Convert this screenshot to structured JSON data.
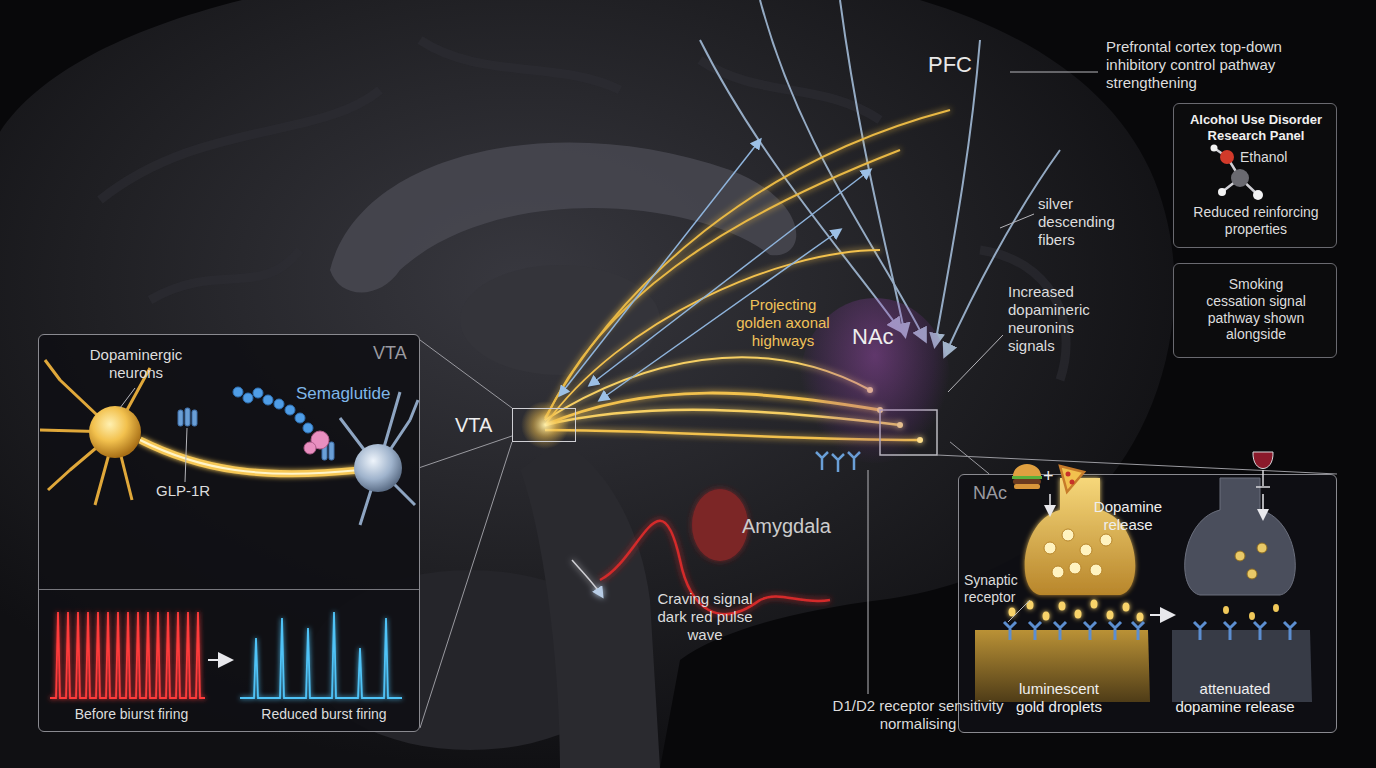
{
  "diagram": {
    "nodes": [
      {
        "text": [
          "Alcohol Use Disorder Research Panel",
          "Ethanol",
          "Reduced reinforcing properties"
        ]
      },
      {
        "text": [
          "Smoking cessation signal pathway shown alongside"
        ]
      },
      {
        "text": [
          "VTA"
        ]
      },
      {
        "text": [
          "Before biurst firing",
          "Reduced burst firing"
        ],
        "in": 2
      },
      {
        "text": [
          "VTA"
        ]
      },
      {
        "text": [
          "NAc"
        ]
      },
      {
        "text": [
          "NAc"
        ]
      }
    ],
    "edges": [
      {
        "from": 4,
        "to": 2,
        "arrow": "none"
      },
      {
        "from": 5,
        "to": 6,
        "arrow": "none"
      }
    ],
    "labels": [
      "PFC",
      "Prefrontal cortex top-down inhibitory control pathway strengthening",
      "silver descending fibers",
      "Increased dopamineric neuronins signals",
      "Projecting golden axonal highways",
      "Dopaminergic neurons",
      "Semaglutide",
      "GLP-1R",
      "Amygdala",
      "Craving signal dark red pulse wave",
      "D1/D2 receptor sensitivity normalising",
      "+",
      "Dopamine release",
      "Synaptic receptor",
      "luminescent gold droplets",
      "attenuated dopamine release"
    ]
  }
}
